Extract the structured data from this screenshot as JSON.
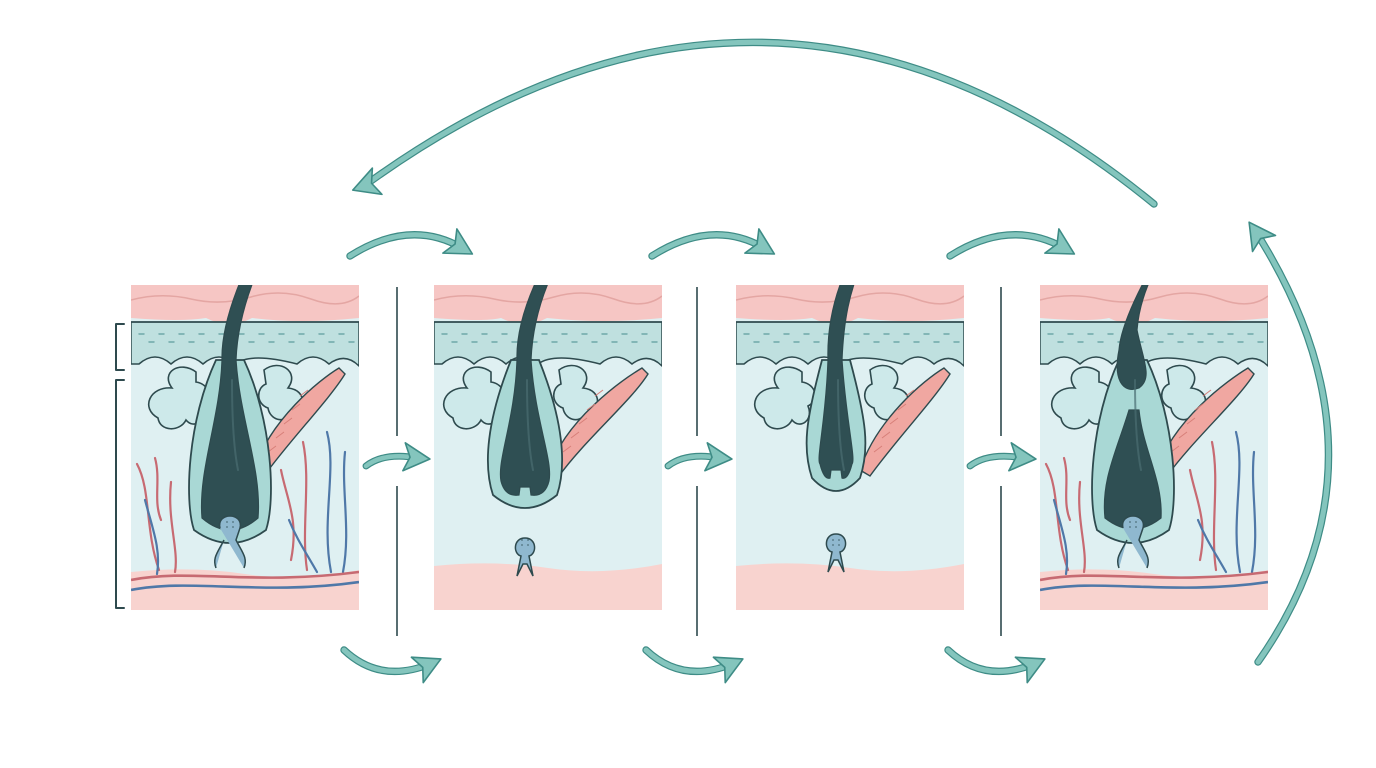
{
  "colors": {
    "background": "#ffffff",
    "epidermis_top": "#f6c6c4",
    "epidermis_line": "#e4a6a3",
    "basal_layer": "#bfe0df",
    "basal_dots": "#6fa8a8",
    "dermis": "#dff0f2",
    "fat_layer": "#f8d3cf",
    "hair_shaft": "#2f4f53",
    "hair_highlight": "#4a6e72",
    "follicle_sheath": "#a9d8d5",
    "gland": "#cde9ea",
    "muscle": "#f0a7a1",
    "papilla": "#8fb8cf",
    "artery": "#c76a72",
    "vein": "#4f78a8",
    "arrow": "#84c5bd",
    "arrow_stroke": "#3e8c86",
    "outline": "#2e4a4e",
    "divider": "#2e4a4e"
  },
  "icons": {
    "cycle_return_arrow": "long-curved-arrow-icon",
    "step_arrow": "curved-right-arrow-icon",
    "layer_bracket": "bracket-icon"
  },
  "diagram": {
    "panels": [
      {
        "stage": 1,
        "bulb_attached": true,
        "has_vessels": true,
        "new_hair": false
      },
      {
        "stage": 2,
        "bulb_attached": false,
        "has_vessels": false,
        "new_hair": false
      },
      {
        "stage": 3,
        "bulb_attached": false,
        "has_vessels": false,
        "new_hair": false
      },
      {
        "stage": 4,
        "bulb_attached": true,
        "has_vessels": true,
        "new_hair": true
      }
    ]
  }
}
